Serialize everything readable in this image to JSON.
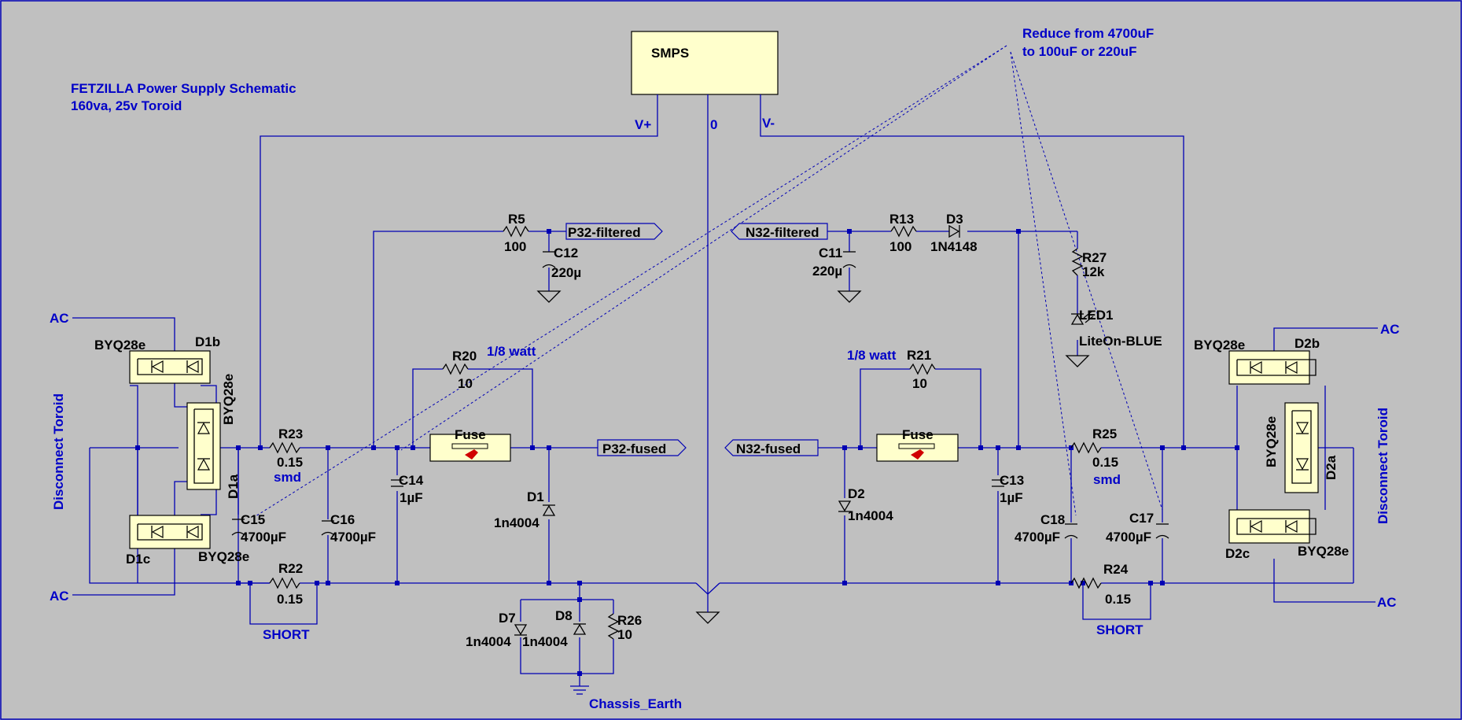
{
  "title_lines": [
    "FETZILLA  Power Supply Schematic",
    "160va, 25v Toroid"
  ],
  "note_lines": [
    "Reduce from 4700uF",
    "to 100uF or 220uF"
  ],
  "smps": {
    "label": "SMPS",
    "pin_pos": "V+",
    "pin_zero": "0",
    "pin_neg": "V-"
  },
  "nets": {
    "ac": "AC",
    "p32_filtered": "P32-filtered",
    "n32_filtered": "N32-filtered",
    "p32_fused": "P32-fused",
    "n32_fused": "N32-fused",
    "chassis_earth": "Chassis_Earth",
    "disconnect_toroid": "Disconnect Toroid",
    "short": "SHORT"
  },
  "components": {
    "d1a": {
      "ref": "D1a",
      "value": "BYQ28e"
    },
    "d1b": {
      "ref": "D1b",
      "value": "BYQ28e"
    },
    "d1c": {
      "ref": "D1c",
      "value": "BYQ28e"
    },
    "d2a": {
      "ref": "D2a",
      "value": "BYQ28e"
    },
    "d2b": {
      "ref": "D2b",
      "value": "BYQ28e"
    },
    "d2c": {
      "ref": "D2c",
      "value": "BYQ28e"
    },
    "r23": {
      "ref": "R23",
      "value": "0.15",
      "note": "smd"
    },
    "r22": {
      "ref": "R22",
      "value": "0.15"
    },
    "r25": {
      "ref": "R25",
      "value": "0.15",
      "note": "smd"
    },
    "r24": {
      "ref": "R24",
      "value": "0.15"
    },
    "r5": {
      "ref": "R5",
      "value": "100"
    },
    "r13": {
      "ref": "R13",
      "value": "100"
    },
    "r20": {
      "ref": "R20",
      "value": "10",
      "note": "1/8 watt"
    },
    "r21": {
      "ref": "R21",
      "value": "10",
      "note": "1/8 watt"
    },
    "r26": {
      "ref": "R26",
      "value": "10"
    },
    "r27": {
      "ref": "R27",
      "value": "12k"
    },
    "c12": {
      "ref": "C12",
      "value": "220µ"
    },
    "c11": {
      "ref": "C11",
      "value": "220µ"
    },
    "c14": {
      "ref": "C14",
      "value": "1µF"
    },
    "c13": {
      "ref": "C13",
      "value": "1µF"
    },
    "c15": {
      "ref": "C15",
      "value": "4700µF"
    },
    "c16": {
      "ref": "C16",
      "value": "4700µF"
    },
    "c17": {
      "ref": "C17",
      "value": "4700µF"
    },
    "c18": {
      "ref": "C18",
      "value": "4700µF"
    },
    "d1": {
      "ref": "D1",
      "value": "1n4004"
    },
    "d2": {
      "ref": "D2",
      "value": "1n4004"
    },
    "d3": {
      "ref": "D3",
      "value": "1N4148"
    },
    "d7": {
      "ref": "D7",
      "value": "1n4004"
    },
    "d8": {
      "ref": "D8",
      "value": "1n4004"
    },
    "led1": {
      "ref": "LED1",
      "value": "LiteOn-BLUE"
    },
    "fuse_left": {
      "ref": "Fuse"
    },
    "fuse_right": {
      "ref": "Fuse"
    }
  }
}
